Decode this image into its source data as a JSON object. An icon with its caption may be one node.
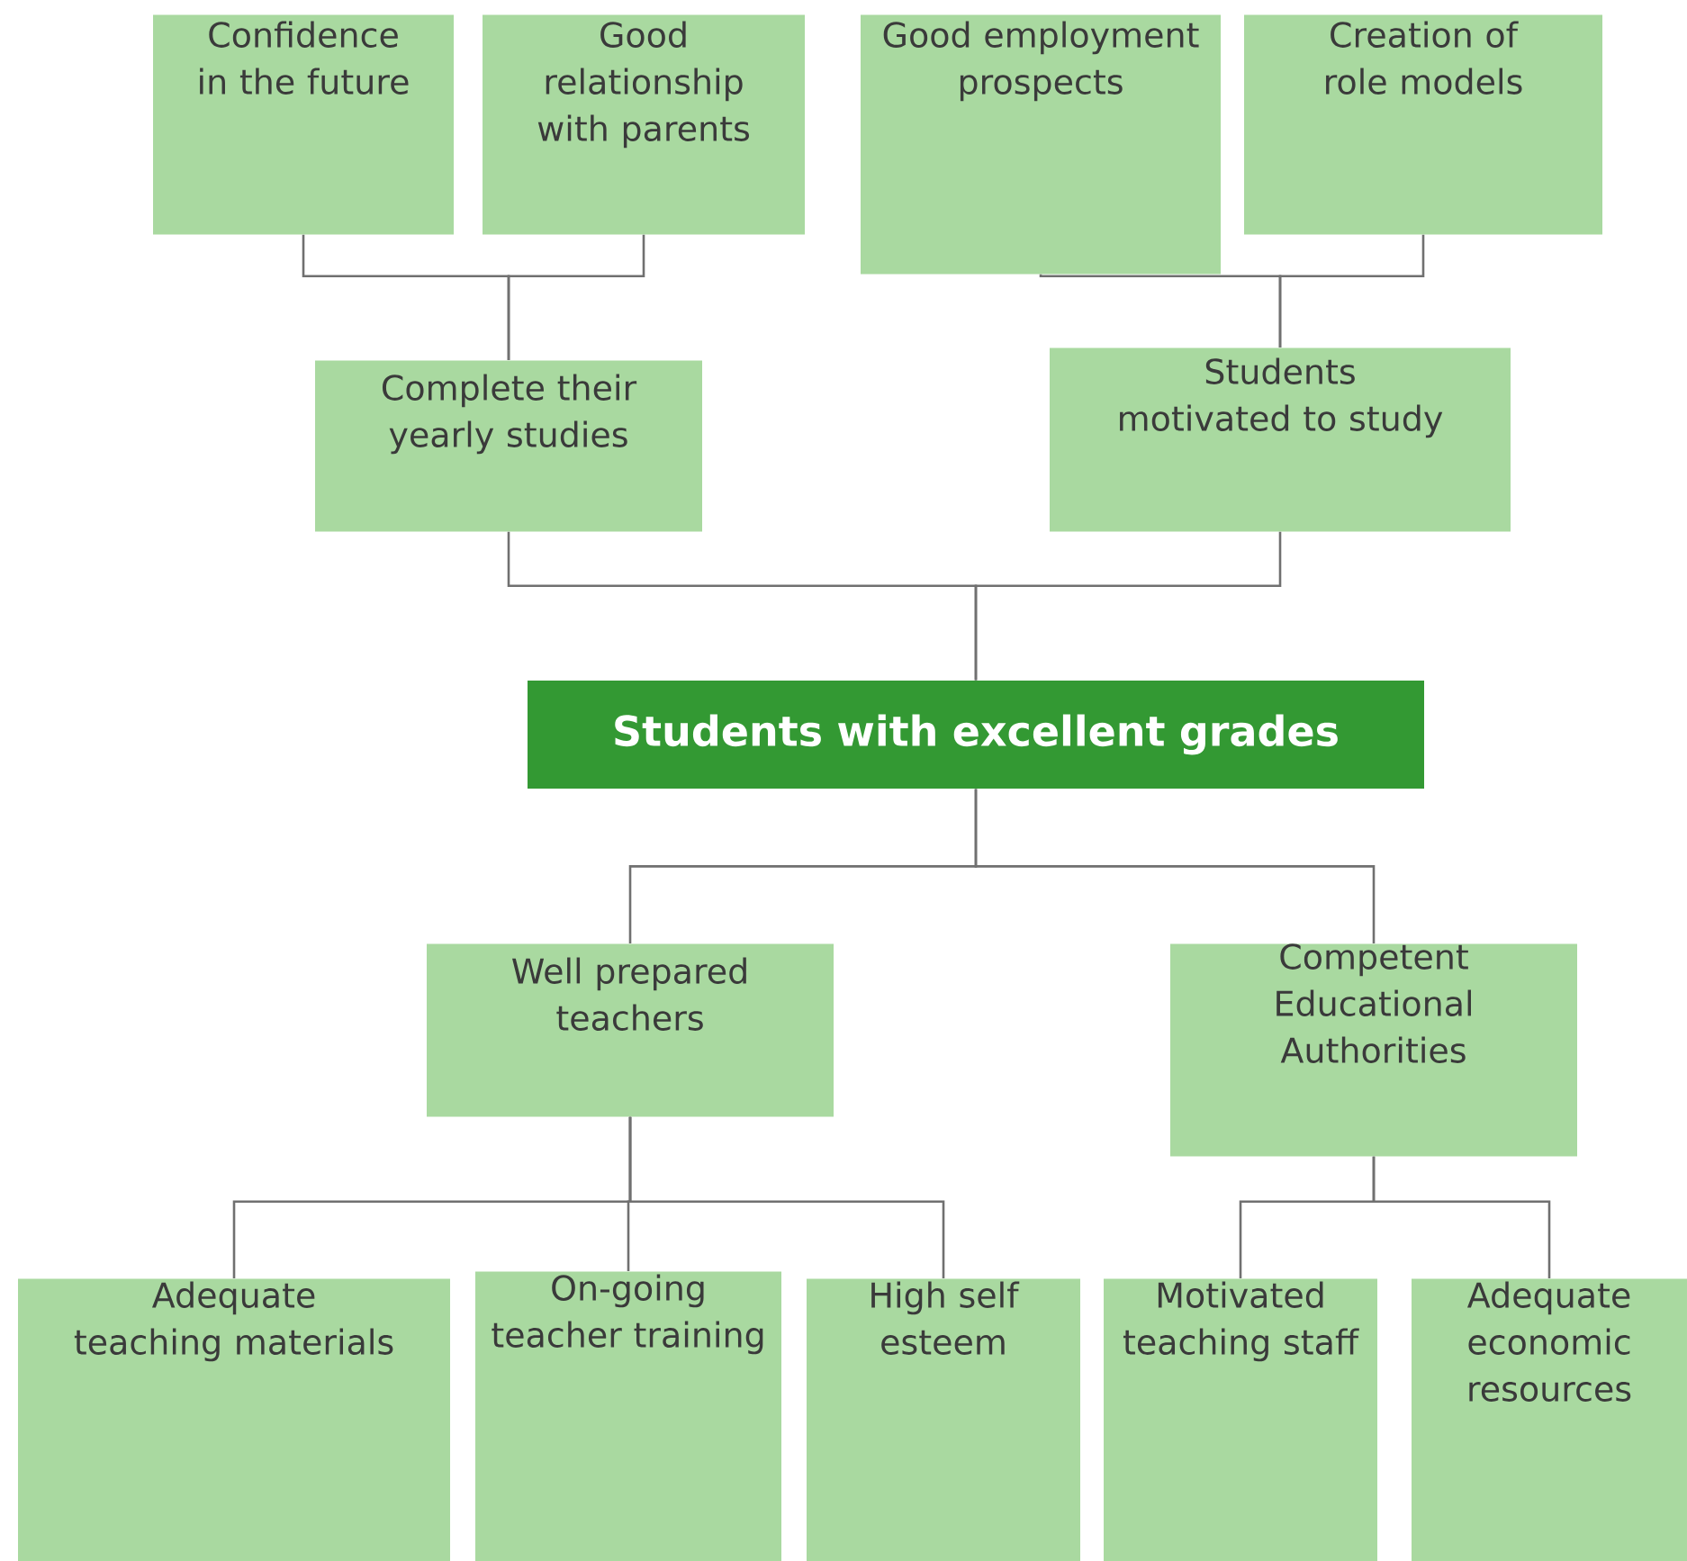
{
  "diagram": {
    "nodes": [
      {
        "text": [
          "Confidence in the future"
        ]
      },
      {
        "text": [
          "Good relationship with parents"
        ]
      },
      {
        "text": [
          "Good employment prospects"
        ]
      },
      {
        "text": [
          "Creation of role models"
        ]
      },
      {
        "text": [
          "Complete their yearly studies"
        ]
      },
      {
        "text": [
          "Students motivated to study"
        ]
      },
      {
        "text": [
          "Students with excellent grades"
        ]
      },
      {
        "text": [
          "Well prepared teachers"
        ]
      },
      {
        "text": [
          "Competent Educational Authorities"
        ]
      },
      {
        "text": [
          "Adequate teaching materials"
        ]
      },
      {
        "text": [
          "On-going teacher training"
        ]
      },
      {
        "text": [
          "High self esteem"
        ]
      },
      {
        "text": [
          "Motivated teaching staff"
        ]
      },
      {
        "text": [
          "Adequate economic resources"
        ]
      }
    ],
    "edges": [
      {
        "from": 0,
        "to": 4,
        "arrow": "none"
      },
      {
        "from": 1,
        "to": 4,
        "arrow": "none"
      },
      {
        "from": 2,
        "to": 5,
        "arrow": "none"
      },
      {
        "from": 3,
        "to": 5,
        "arrow": "none"
      },
      {
        "from": 4,
        "to": 6,
        "arrow": "none"
      },
      {
        "from": 5,
        "to": 6,
        "arrow": "none"
      },
      {
        "from": 6,
        "to": 7,
        "arrow": "none"
      },
      {
        "from": 6,
        "to": 8,
        "arrow": "none"
      },
      {
        "from": 7,
        "to": 9,
        "arrow": "none"
      },
      {
        "from": 7,
        "to": 10,
        "arrow": "none"
      },
      {
        "from": 7,
        "to": 11,
        "arrow": "none"
      },
      {
        "from": 8,
        "to": 12,
        "arrow": "none"
      },
      {
        "from": 8,
        "to": 13,
        "arrow": "none"
      }
    ]
  }
}
